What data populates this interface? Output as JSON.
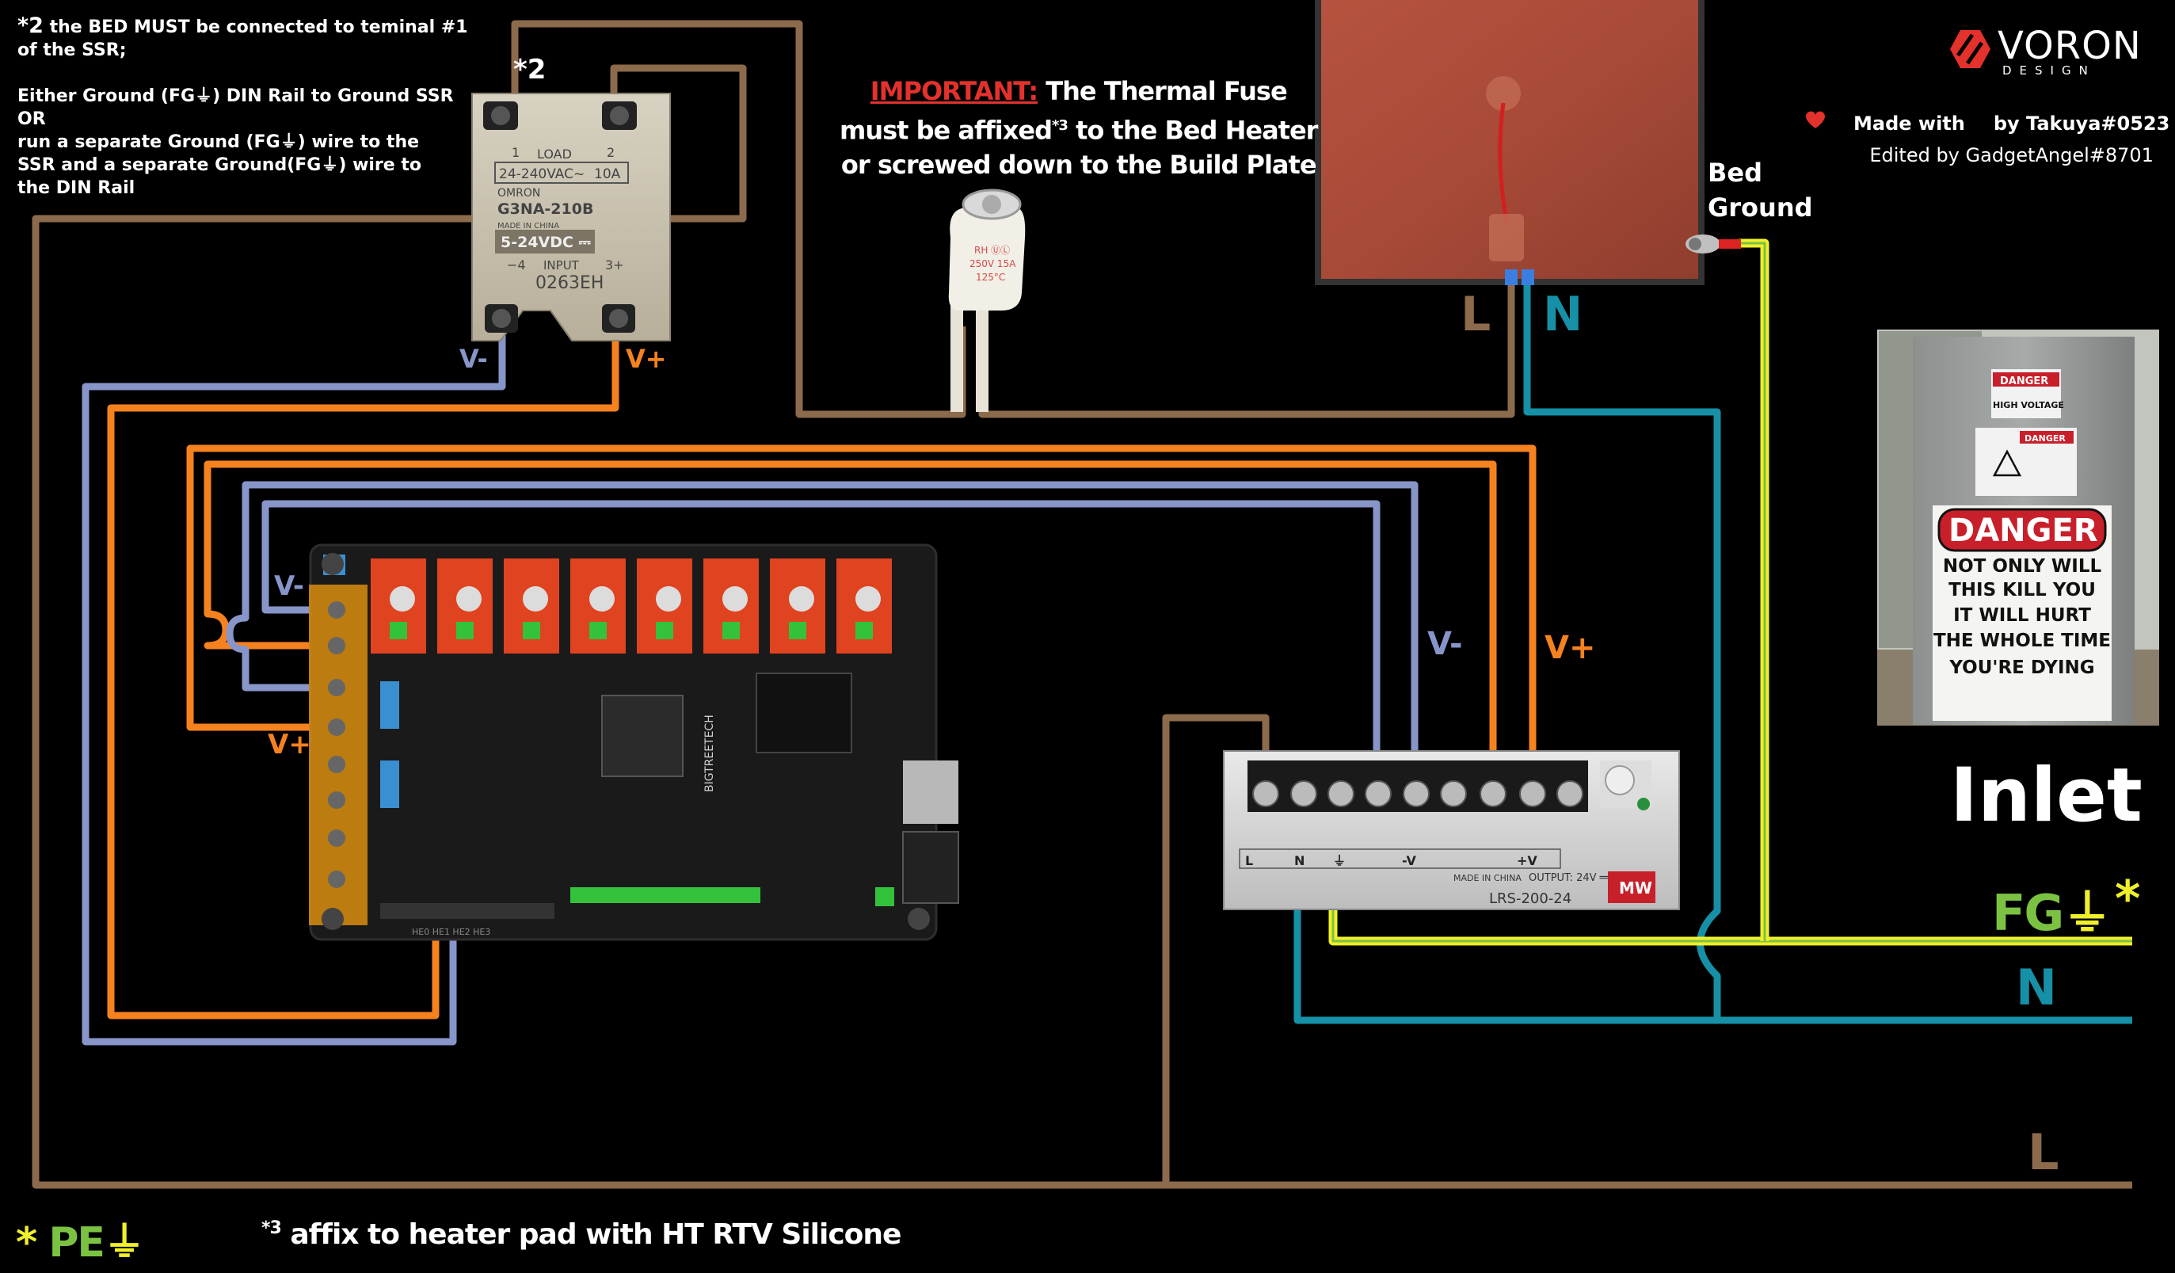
{
  "note_ssr": {
    "line1_star": "*2",
    "line1": " the BED MUST  be connected to teminal #1",
    "line2": "of the SSR;",
    "line3": "Either Ground (FG⏚) DIN Rail to Ground SSR",
    "line4": "OR",
    "line5": "run a separate Ground (FG⏚) wire to the",
    "line6": "SSR and a separate Ground(FG⏚) wire to",
    "line7": "the DIN Rail"
  },
  "note_fuse": {
    "important": "IMPORTANT:",
    "line1_rest": " The Thermal Fuse",
    "line2_a": "must be affixed",
    "line2_sup": "*3",
    "line2_b": " to the Bed Heater",
    "line3": "or screwed down to the Build Plate"
  },
  "ssr": {
    "star_label": "*2",
    "term1": "1",
    "term2": "2",
    "load": "LOAD",
    "rating_a": "24-240VAC~",
    "rating_b": "10A",
    "brand": "OMRON",
    "model": "G3NA-210B",
    "made": "MADE IN CHINA",
    "input_v": "5-24VDC ⎓",
    "in_minus": "−4",
    "in_label": "INPUT",
    "in_plus": "3+",
    "serial": "0263EH"
  },
  "fuse": {
    "text1": "RH ⓊⓁ",
    "text2": "250V 15A",
    "text3": "125°C"
  },
  "brand": {
    "name": "VORON",
    "sub": "DESIGN"
  },
  "credits": {
    "made_with": "Made with",
    "by": "by Takuya#0523",
    "edited": "Edited by GadgetAngel#8701"
  },
  "labels": {
    "ssr_vminus": "V-",
    "ssr_vplus": "V+",
    "bed_ground": "Bed\nGround",
    "bed_L": "L",
    "bed_N": "N",
    "board_vminus": "V-",
    "board_vplus": "V+",
    "psu_vminus": "V-",
    "psu_vplus": "V+",
    "inlet": "Inlet",
    "inlet_fg": "FG",
    "inlet_fg_sym": "⏚",
    "inlet_star": "*",
    "inlet_N": "N",
    "inlet_L": "L"
  },
  "footer": {
    "pe_star": "*",
    "pe": "PE",
    "pe_sym": "⏚",
    "footnote_sup": "*3",
    "footnote": " affix to heater pad with HT RTV Silicone"
  },
  "danger_sign": {
    "small1": "DANGER",
    "small2": "HIGH VOLTAGE",
    "small3": "DANGER",
    "big": "DANGER",
    "msg1": "NOT ONLY WILL",
    "msg2": "THIS KILL YOU",
    "msg3": "IT WILL HURT",
    "msg4": "THE WHOLE TIME",
    "msg5": "YOU'RE DYING"
  },
  "psu": {
    "t_L": "L",
    "t_N": "N",
    "t_G": "⏚",
    "t_vminus": "-V",
    "t_vplus": "+V",
    "model": "LRS-200-24",
    "brand": "MW",
    "output": "OUTPUT:  24V ══ 8.8A",
    "made": "MADE IN CHINA"
  },
  "board": {
    "brand": "BIGTREETECH",
    "hw": "HE0   HE1   HE2   HE3"
  },
  "colors": {
    "brown": "#8c6a4c",
    "orange": "#f5821f",
    "lavender": "#8895c9",
    "teal": "#1690a6",
    "yellow": "#f0ef2b",
    "green": "#7cc242",
    "red": "#e3312c",
    "wire_width": 9
  }
}
